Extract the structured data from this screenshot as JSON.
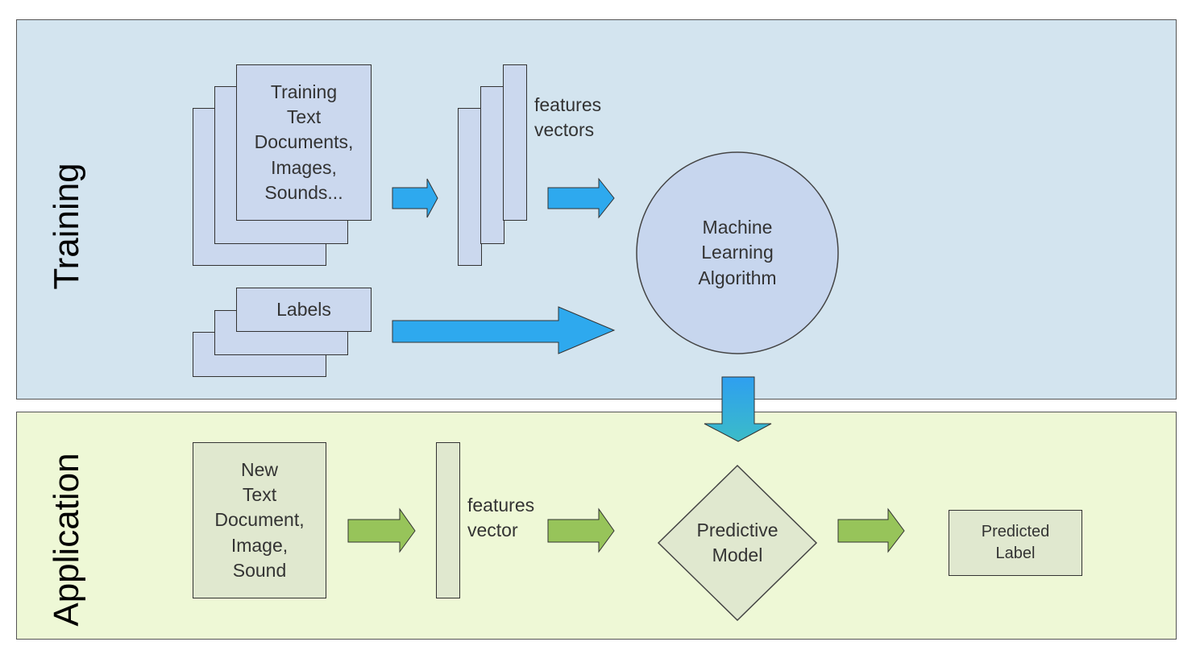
{
  "training": {
    "section_label": "Training",
    "documents_text": "Training\nText\nDocuments,\nImages,\nSounds...",
    "features_text": "features\nvectors",
    "labels_text": "Labels",
    "algorithm_text": "Machine\nLearning\nAlgorithm"
  },
  "application": {
    "section_label": "Application",
    "document_text": "New\nText\nDocument,\nImage,\nSound",
    "feature_text": "features\nvector",
    "model_text": "Predictive\nModel",
    "predicted_text": "Predicted\nLabel"
  },
  "colors": {
    "training_bg": "#d3e4ef",
    "application_bg": "#eef8d6",
    "blue_arrow": "#2ea9ee",
    "green_arrow": "#97c45a"
  }
}
